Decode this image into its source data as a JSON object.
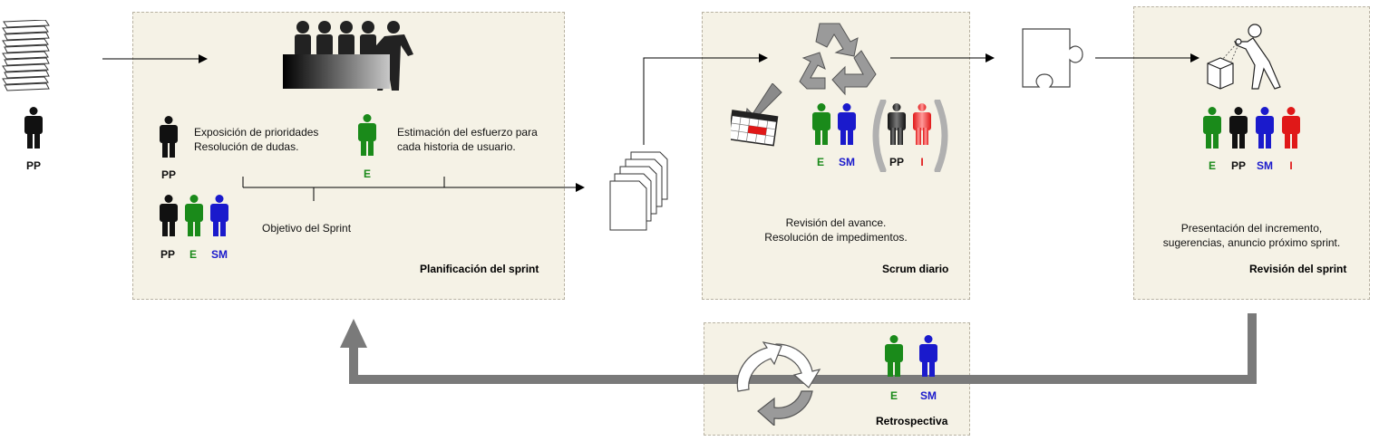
{
  "roles": {
    "pp": "PP",
    "e": "E",
    "sm": "SM",
    "i": "I"
  },
  "colors": {
    "pp": "#111111",
    "e": "#1a8a1a",
    "sm": "#1a1acc",
    "i": "#e01818",
    "flow_arrow": "#7a7a7a",
    "panel_bg": "#f5f2e6"
  },
  "planning": {
    "title": "Planificación del sprint",
    "pp_text_1": "Exposición de prioridades",
    "pp_text_2": "Resolución de dudas.",
    "e_text_1": "Estimación del esfuerzo para",
    "e_text_2": "cada historia de usuario.",
    "objective": "Objetivo del Sprint"
  },
  "daily": {
    "title": "Scrum diario",
    "text_1": "Revisión del avance.",
    "text_2": "Resolución de impedimentos."
  },
  "review": {
    "title": "Revisión del sprint",
    "text_1": "Presentación del incremento,",
    "text_2": "sugerencias, anuncio próximo sprint."
  },
  "retro": {
    "title": "Retrospectiva"
  },
  "icons": {
    "backlog": "paper-stack-icon",
    "team_meeting": "meeting-table-icon",
    "sprint_backlog": "document-stack-icon",
    "daily_cycle": "recycle-arrows-icon",
    "calendar": "calendar-icon",
    "increment": "puzzle-piece-icon",
    "review": "inspect-box-icon",
    "retro_cycle": "refresh-cycle-icon"
  }
}
